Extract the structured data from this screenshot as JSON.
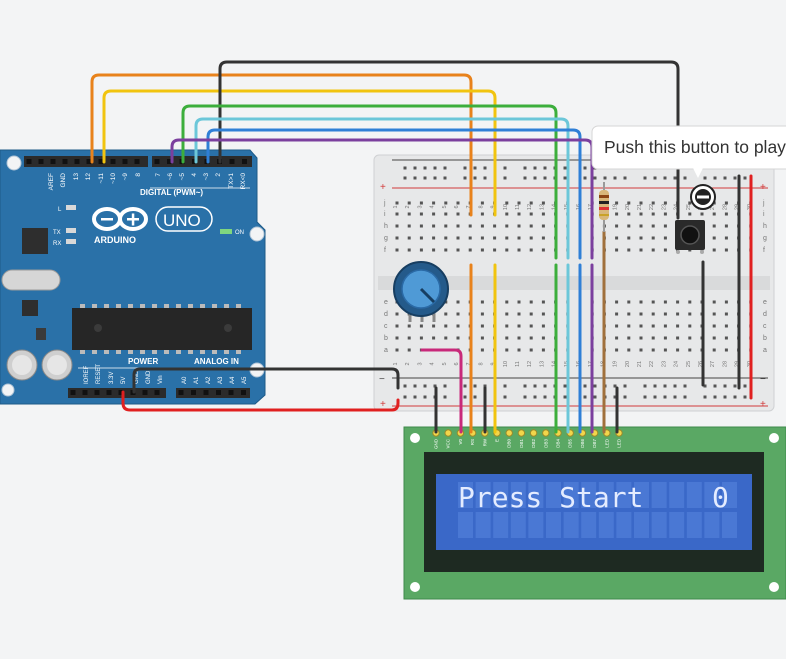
{
  "arduino": {
    "logo_text": "ARDUINO",
    "model": "UNO",
    "digital_label": "DIGITAL (PWM~)",
    "power_label": "POWER",
    "analog_label": "ANALOG IN",
    "on_label": "ON",
    "led_l": "L",
    "led_tx": "TX",
    "led_rx": "RX",
    "top_pins": [
      "AREF",
      "GND",
      "13",
      "12",
      "~11",
      "~10",
      "~9",
      "8",
      "7",
      "~6",
      "~5",
      "4",
      "~3",
      "2",
      "TX>1",
      "RX<0"
    ],
    "bottom_pins": [
      "IOREF",
      "RESET",
      "3.3V",
      "5V",
      "GND",
      "GND",
      "Vin",
      "A0",
      "A1",
      "A2",
      "A3",
      "A4",
      "A5"
    ]
  },
  "breadboard": {
    "plus": "+",
    "minus": "−",
    "row_letters": [
      "j",
      "i",
      "h",
      "g",
      "f",
      "e",
      "d",
      "c",
      "b",
      "a"
    ],
    "column_numbers": [
      "1",
      "2",
      "3",
      "4",
      "5",
      "6",
      "7",
      "8",
      "9",
      "10",
      "11",
      "12",
      "13",
      "14",
      "15",
      "16",
      "17",
      "18",
      "19",
      "20",
      "21",
      "22",
      "23",
      "24",
      "25",
      "26",
      "27",
      "28",
      "29",
      "30"
    ]
  },
  "lcd": {
    "text": "Press Start",
    "score": "0",
    "pins": [
      "GND",
      "VCC",
      "V0",
      "RS",
      "RW",
      "E",
      "DB0",
      "DB1",
      "DB2",
      "DB3",
      "DB4",
      "DB5",
      "DB6",
      "DB7",
      "LED",
      "LED"
    ]
  },
  "tooltip": {
    "text": "Push this button to play"
  },
  "colors": {
    "arduino": "#2a71a8",
    "breadboard": "#e6e7e8",
    "lcd_board": "#5aa864",
    "lcd_screen": "#3a68c8",
    "lcd_text": "#e4ecff",
    "wire_orange": "#e8821b",
    "wire_yellow": "#f1c40f",
    "wire_green": "#3cae3c",
    "wire_lightblue": "#6cc7d9",
    "wire_blue": "#2f7fd6",
    "wire_purple": "#7b3f9e",
    "wire_black": "#333333",
    "wire_red": "#e02020",
    "wire_magenta": "#c8297a",
    "wire_brown": "#a0703c"
  }
}
